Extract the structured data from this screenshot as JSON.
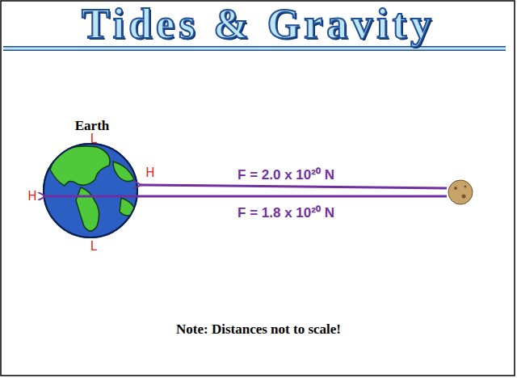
{
  "diagram": {
    "title": "Tides & Gravity",
    "labels": [
      "Earth",
      "L",
      "H",
      "H",
      "L",
      "F = 2.0 x 10²⁰ N",
      "F = 1.8 x 10²⁰ N",
      "Note: Distances not to scale!"
    ]
  }
}
